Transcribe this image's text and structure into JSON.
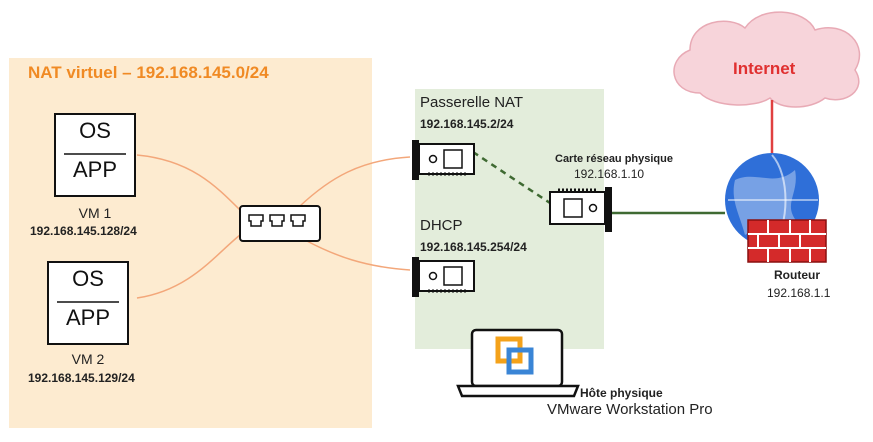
{
  "nat_zone": {
    "title": "NAT virtuel – 192.168.145.0/24"
  },
  "vm1": {
    "os": "OS",
    "app": "APP",
    "name": "VM 1",
    "ip": "192.168.145.128/24"
  },
  "vm2": {
    "os": "OS",
    "app": "APP",
    "name": "VM 2",
    "ip": "192.168.145.129/24"
  },
  "nat_gateway": {
    "name": "Passerelle NAT",
    "ip": "192.168.145.2/24"
  },
  "dhcp": {
    "name": "DHCP",
    "ip": "192.168.145.254/24"
  },
  "physical_nic": {
    "name": "Carte réseau physique",
    "ip": "192.168.1.10"
  },
  "internet": {
    "label": "Internet"
  },
  "router": {
    "name": "Routeur",
    "ip": "192.168.1.1"
  },
  "host": {
    "name": "Hôte physique",
    "software": "VMware Workstation Pro"
  },
  "colors": {
    "nat_zone_fill": "#fdebd0",
    "nat_title": "#f08a24",
    "host_zone_fill": "#e3eddb",
    "cloud_fill": "#f7d4da",
    "cloud_text": "#e03030",
    "wire_orange": "#f3a77a",
    "wire_green": "#3f6a32",
    "wire_red": "#e04040"
  }
}
